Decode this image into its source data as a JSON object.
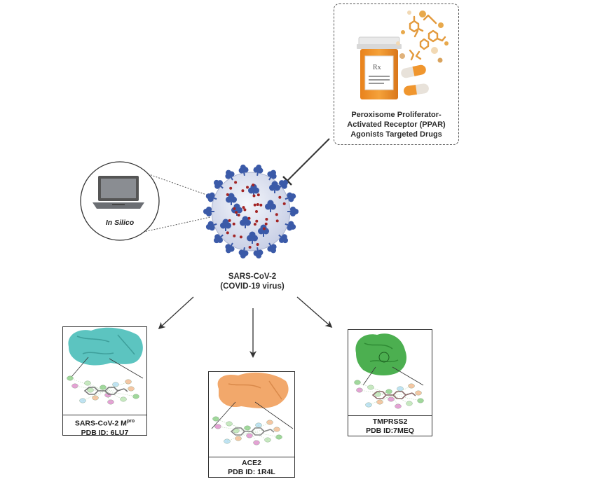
{
  "drug_box": {
    "line1": "Peroxisome Proliferator-",
    "line2": "Activated Receptor (PPAR)",
    "line3": "Agonists Targeted Drugs",
    "bottle_label": "Rx"
  },
  "insilico": {
    "label": "In Silico"
  },
  "virus": {
    "name": "SARS-CoV-2",
    "subtitle": "(COVID-19 virus)"
  },
  "targets": [
    {
      "name_main": "SARS-CoV-2 M",
      "name_sup": "pro",
      "pdb": "PDB ID: 6LU7",
      "color": "#5cc4c0"
    },
    {
      "name_main": "ACE2",
      "name_sup": "",
      "pdb": "PDB ID: 1R4L",
      "color": "#f2a86b"
    },
    {
      "name_main": "TMPRSS2",
      "name_sup": "",
      "pdb": "PDB ID:7MEQ",
      "color": "#4caf50"
    }
  ],
  "colors": {
    "pill_orange": "#f0962e",
    "spike_blue": "#3b5aa8",
    "virus_body": "#dfe4f2",
    "molecule_orange": "#e39a3c"
  }
}
